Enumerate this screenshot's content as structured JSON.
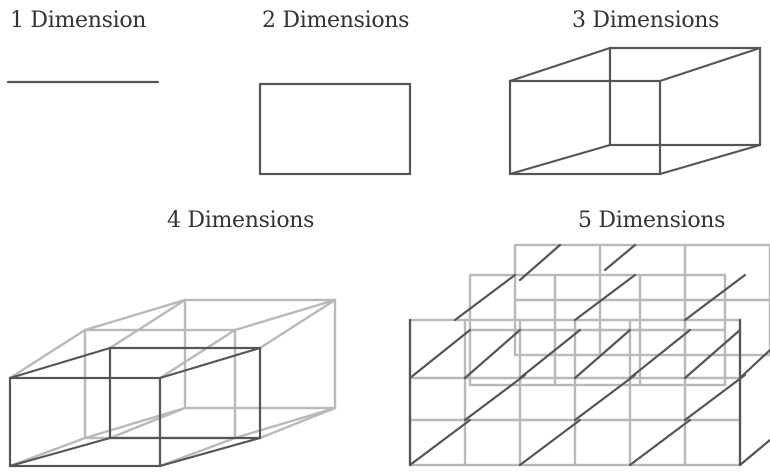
{
  "labels": {
    "d1": "1 Dimension",
    "d2": "2 Dimensions",
    "d3": "3 Dimensions",
    "d4": "4 Dimensions",
    "d5": "5 Dimensions"
  },
  "colors": {
    "dark_line": "#555555",
    "light_line": "#b9b9b9",
    "text": "#333333",
    "background": "#ffffff"
  }
}
